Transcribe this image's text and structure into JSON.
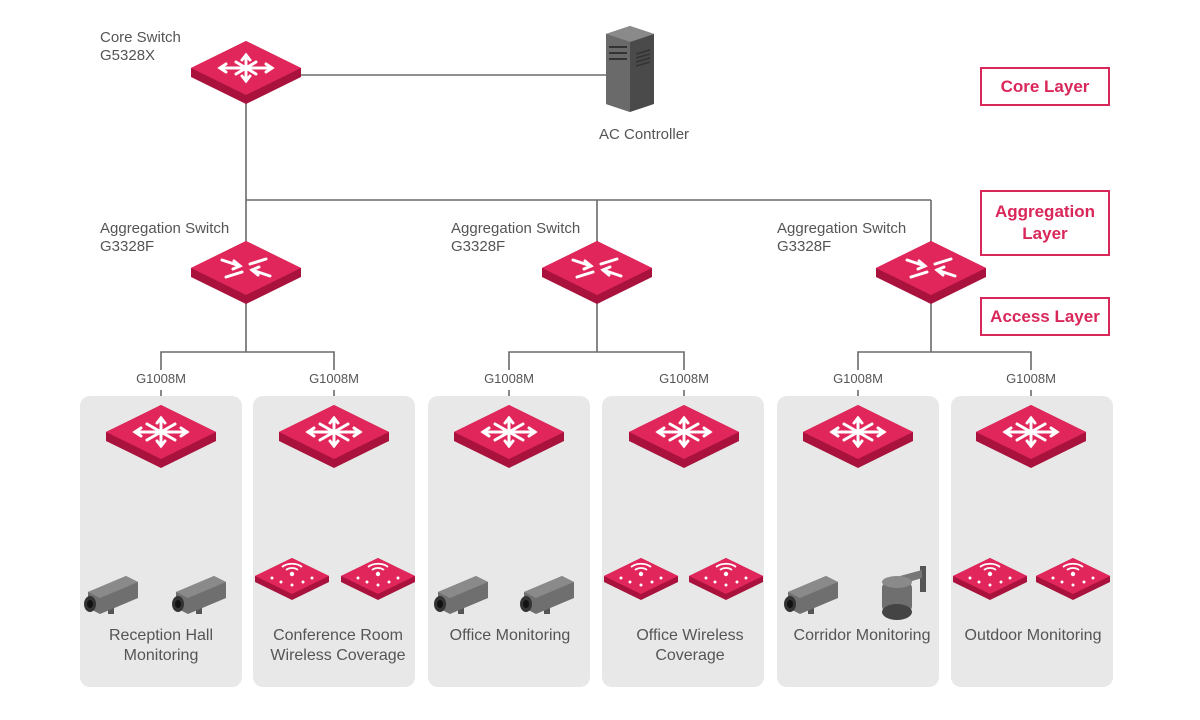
{
  "core": {
    "title": "Core Switch",
    "model": "G5328X"
  },
  "controller": {
    "label": "AC Controller"
  },
  "aggregation": [
    {
      "title": "Aggregation Switch",
      "model": "G3328F"
    },
    {
      "title": "Aggregation Switch",
      "model": "G3328F"
    },
    {
      "title": "Aggregation Switch",
      "model": "G3328F"
    }
  ],
  "access_model": "G1008M",
  "groups": [
    {
      "switch_label": "G1008M",
      "name": "Reception Hall\nMonitoring",
      "devices": [
        "bullet-camera",
        "bullet-camera"
      ]
    },
    {
      "switch_label": "G1008M",
      "name": "Conference Room\nWireless Coverage",
      "devices": [
        "access-point",
        "access-point"
      ]
    },
    {
      "switch_label": "G1008M",
      "name": "Office Monitoring",
      "devices": [
        "bullet-camera",
        "bullet-camera"
      ]
    },
    {
      "switch_label": "G1008M",
      "name": "Office Wireless\nCoverage",
      "devices": [
        "access-point",
        "access-point"
      ]
    },
    {
      "switch_label": "G1008M",
      "name": "Corridor Monitoring",
      "devices": [
        "bullet-camera",
        "dome-camera"
      ]
    },
    {
      "switch_label": "G1008M",
      "name": "Outdoor Monitoring",
      "devices": [
        "access-point",
        "access-point"
      ]
    }
  ],
  "layers": {
    "core": "Core Layer",
    "aggregation": "Aggregation\nLayer",
    "access": "Access Layer"
  },
  "colors": {
    "accent": "#d9275a",
    "line": "#6b6b6b",
    "panel": "#e8e8e8"
  }
}
